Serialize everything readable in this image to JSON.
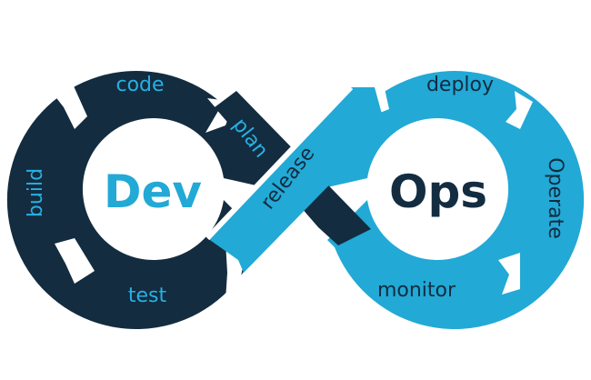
{
  "colors": {
    "dark": "#132c40",
    "light": "#22a9d6",
    "label_on_dark": "#28b0e3",
    "label_on_light": "#132c40",
    "background": "#ffffff"
  },
  "center": {
    "dev": "Dev",
    "ops": "Ops"
  },
  "stages": {
    "plan": "plan",
    "code": "code",
    "build": "build",
    "test": "test",
    "release": "release",
    "deploy": "deploy",
    "operate": "Operate",
    "monitor": "monitor"
  }
}
